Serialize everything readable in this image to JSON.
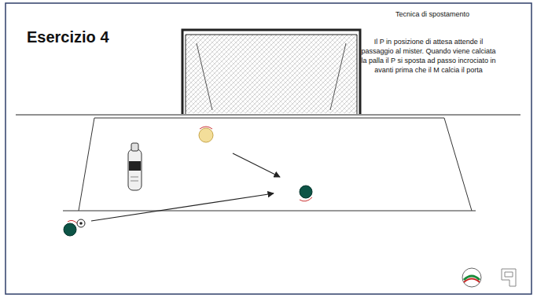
{
  "diagram": {
    "title": "Esercizio 4",
    "labels": [
      "Tecnica di spostamento",
      "Il P in posizione di attesa attende il passaggio al mister. Quando viene calciata la palla il P si sposta ad passo incrociato in avanti prima che il M calcia il porta"
    ]
  }
}
